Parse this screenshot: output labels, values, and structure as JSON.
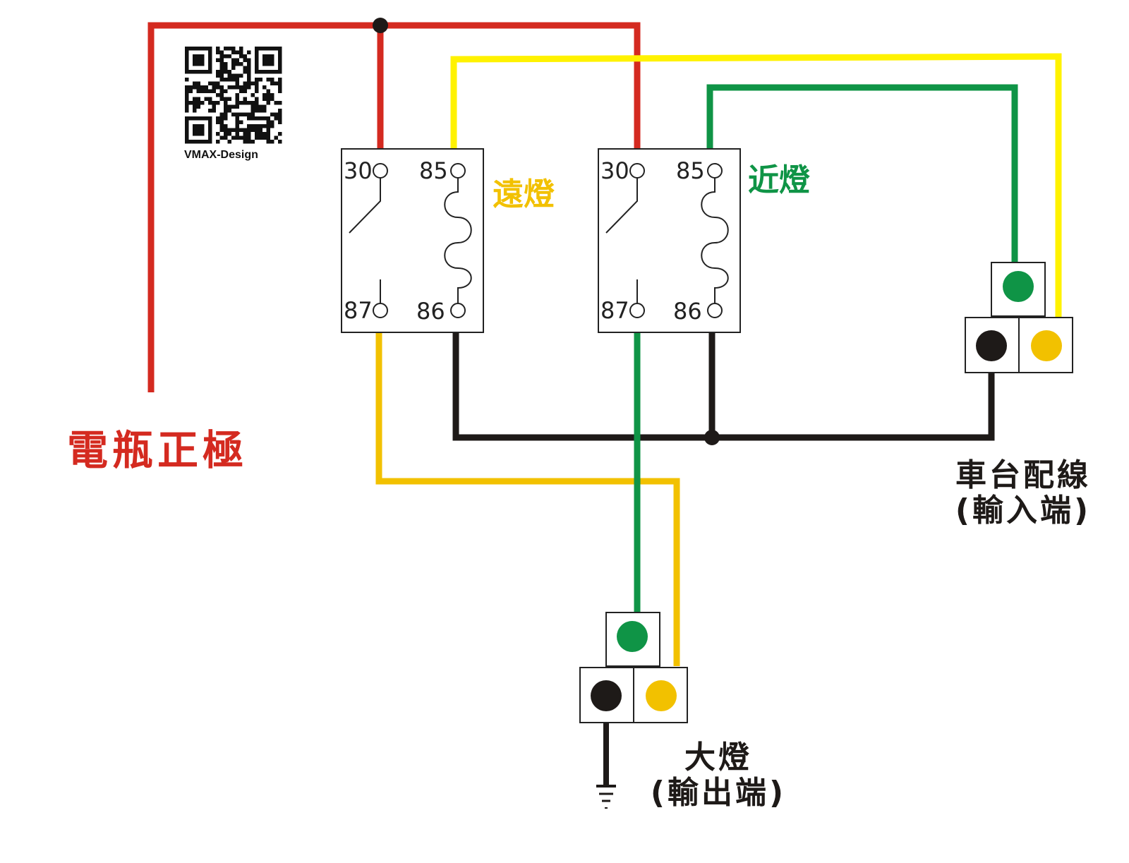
{
  "brand": {
    "text": "VMAX-Design"
  },
  "labels": {
    "battery": "電瓶正極",
    "high_beam": "遠燈",
    "low_beam": "近燈",
    "input_line1": "車台配線",
    "input_line2": "(輸入端)",
    "output_line1": "大燈",
    "output_line2": "(輸出端)"
  },
  "relay_high": {
    "pin30": "30",
    "pin85": "85",
    "pin87": "87",
    "pin86": "86"
  },
  "relay_low": {
    "pin30": "30",
    "pin85": "85",
    "pin87": "87",
    "pin86": "86"
  },
  "colors": {
    "red": "#d42a20",
    "yellow_bright": "#fff200",
    "yellow_wire": "#f2c100",
    "green": "#0f9446",
    "black": "#1e1a18"
  },
  "icons": {
    "qr": "qr-code-icon",
    "ground": "ground-icon"
  }
}
